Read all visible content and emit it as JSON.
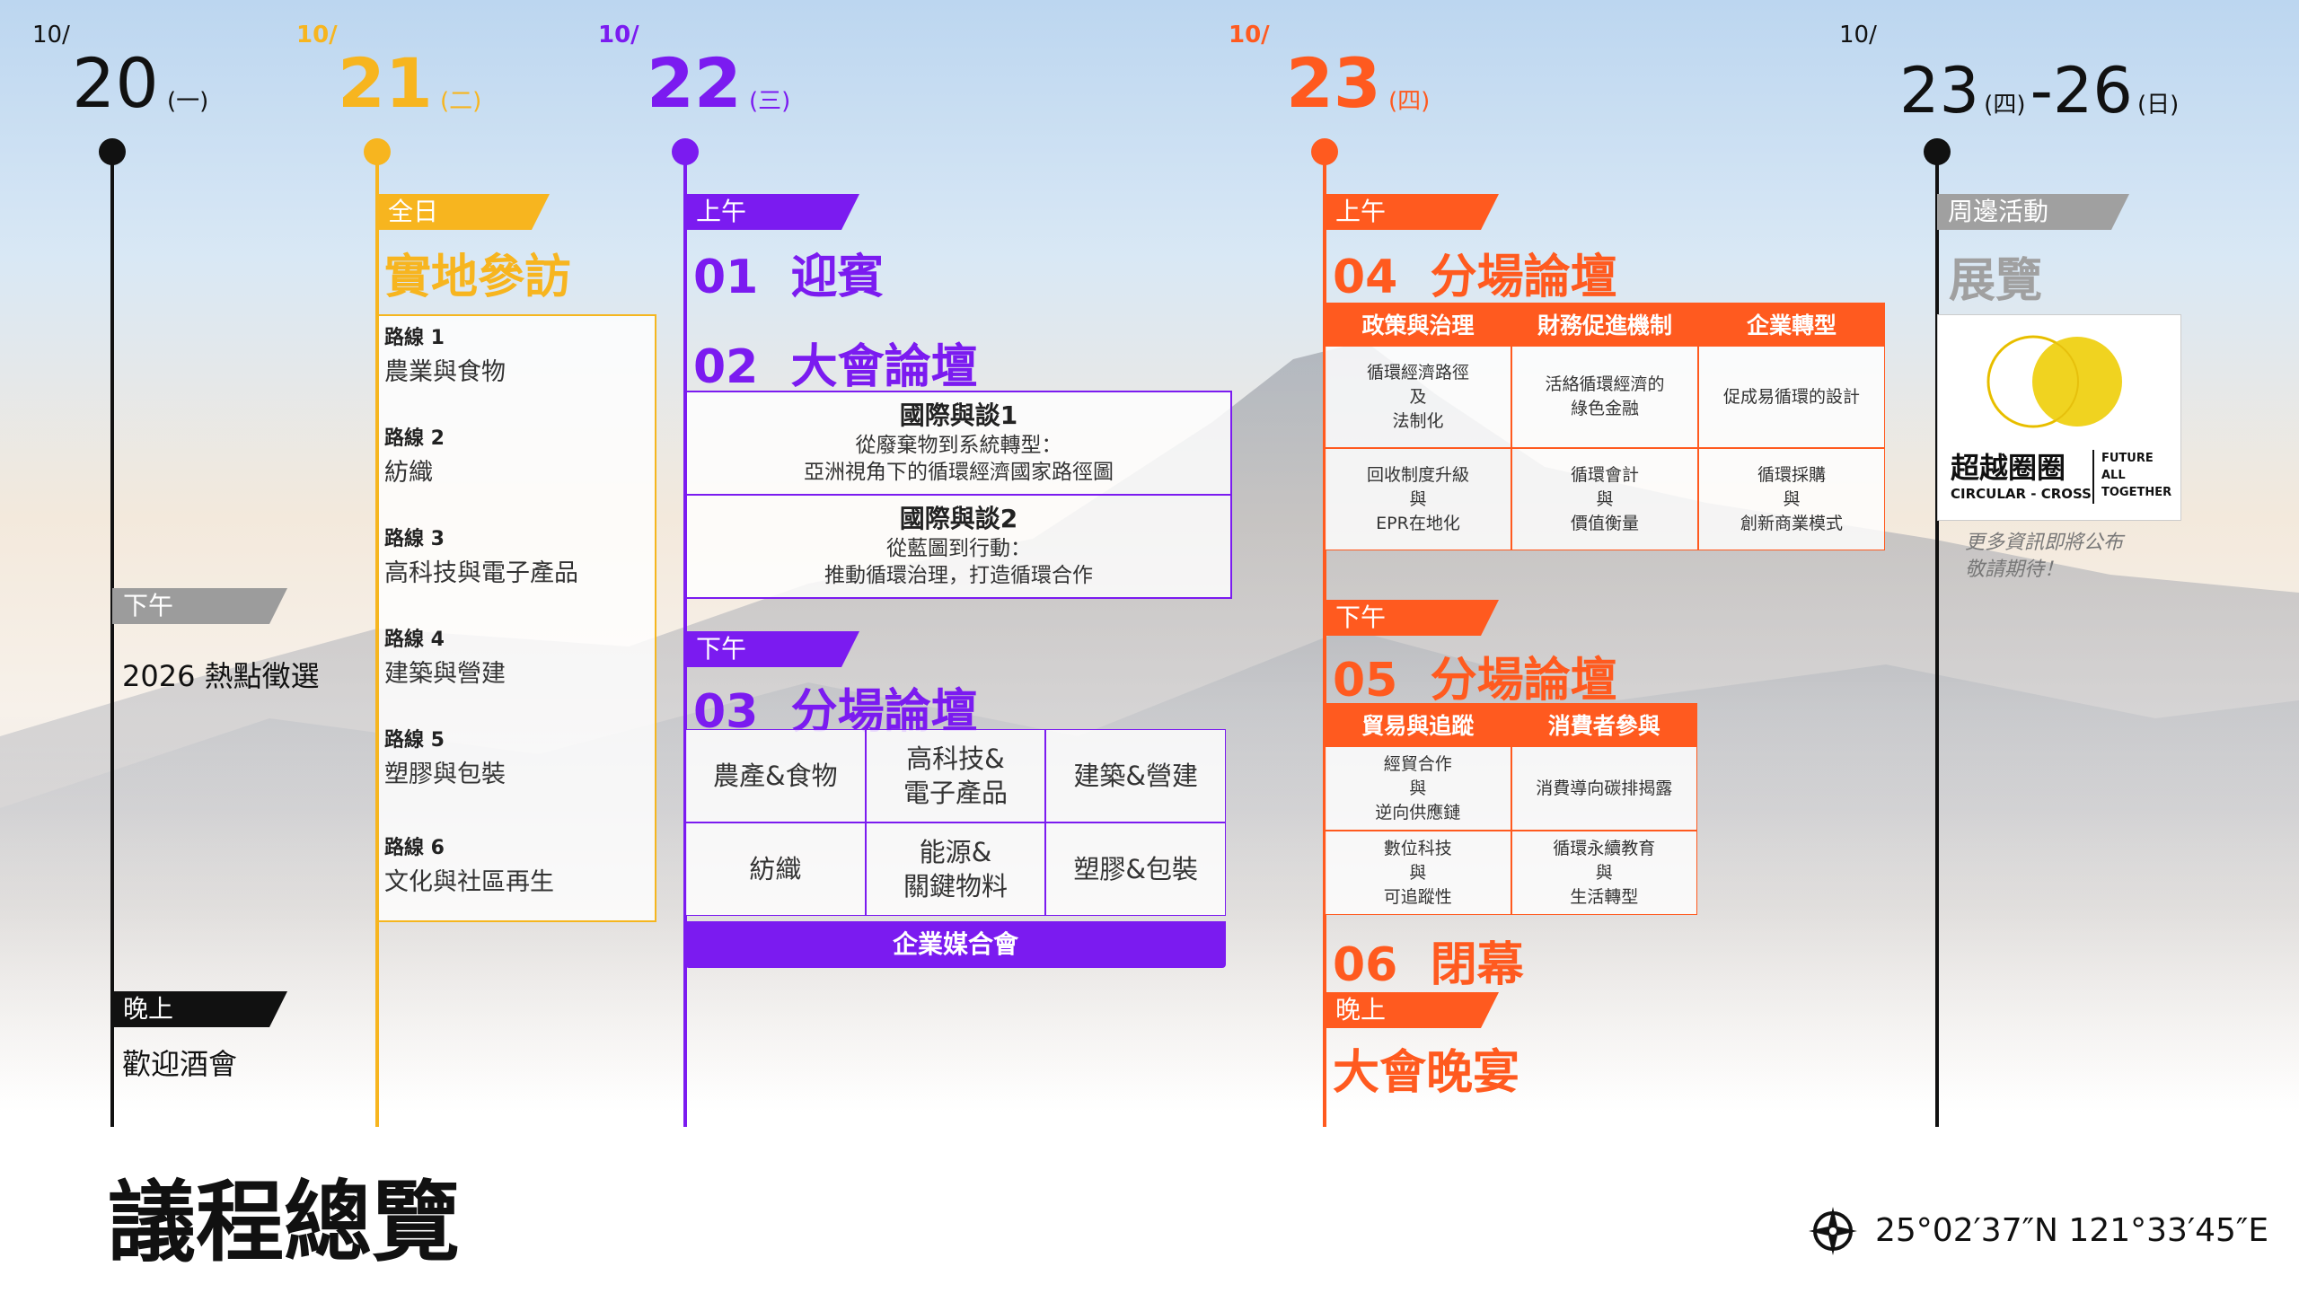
{
  "page_title": "議程總覽",
  "coordinates": "25°02′37″N 121°33′45″E",
  "colors": {
    "day20": "#111111",
    "day21": "#f7b51f",
    "day22": "#7b1bf0",
    "day23": "#ff5a1f",
    "exhibit": "#a0a0a0"
  },
  "d20": {
    "month": "10/",
    "day": "20",
    "weekday": "(一)",
    "afternoon": {
      "label": "下午",
      "title": "2026 熱點徵選"
    },
    "evening": {
      "label": "晚上",
      "title": "歡迎酒會"
    }
  },
  "d21": {
    "month": "10/",
    "day": "21",
    "weekday": "(二)",
    "label": "全日",
    "title": "實地參訪",
    "routes": [
      {
        "num": "路線 1",
        "name": "農業與食物"
      },
      {
        "num": "路線 2",
        "name": "紡織"
      },
      {
        "num": "路線 3",
        "name": "高科技與電子產品"
      },
      {
        "num": "路線 4",
        "name": "建築與營建"
      },
      {
        "num": "路線 5",
        "name": "塑膠與包裝"
      },
      {
        "num": "路線 6",
        "name": "文化與社區再生"
      }
    ]
  },
  "d22": {
    "month": "10/",
    "day": "22",
    "weekday": "(三)",
    "morning_label": "上午",
    "s01": {
      "num": "01",
      "title": "迎賓"
    },
    "s02": {
      "num": "02",
      "title": "大會論壇"
    },
    "talk1": {
      "title": "國際與談1",
      "sub1": "從廢棄物到系統轉型：",
      "sub2": "亞洲視角下的循環經濟國家路徑圖"
    },
    "talk2": {
      "title": "國際與談2",
      "sub1": "從藍圖到行動：",
      "sub2": "推動循環治理，打造循環合作"
    },
    "afternoon_label": "下午",
    "s03": {
      "num": "03",
      "title": "分場論壇"
    },
    "topics": [
      "農產&食物",
      "高科技&\n電子產品",
      "建築&營建",
      "紡織",
      "能源&\n關鍵物料",
      "塑膠&包裝"
    ],
    "matchmaking": "企業媒合會"
  },
  "d23": {
    "month": "10/",
    "day": "23",
    "weekday": "(四)",
    "morning_label": "上午",
    "s04": {
      "num": "04",
      "title": "分場論壇"
    },
    "s04_heads": [
      "政策與治理",
      "財務促進機制",
      "企業轉型"
    ],
    "s04_cells": [
      "循環經濟路徑\n及\n法制化",
      "活絡循環經濟的\n綠色金融",
      "促成易循環的設計",
      "回收制度升級\n與\nEPR在地化",
      "循環會計\n與\n價值衡量",
      "循環採購\n與\n創新商業模式"
    ],
    "afternoon_label": "下午",
    "s05": {
      "num": "05",
      "title": "分場論壇"
    },
    "s05_heads": [
      "貿易與追蹤",
      "消費者參與"
    ],
    "s05_cells": [
      "經貿合作\n與\n逆向供應鏈",
      "消費導向碳排揭露",
      "數位科技\n與\n可追蹤性",
      "循環永續教育\n與\n生活轉型"
    ],
    "s06": {
      "num": "06",
      "title": "閉幕"
    },
    "evening_label": "晚上",
    "dinner": "大會晚宴"
  },
  "d2326": {
    "month": "10/",
    "day_start": "23",
    "weekday_start": "(四)",
    "day_end": "-26",
    "weekday_end": "(日)",
    "label": "周邊活動",
    "title": "展覽",
    "logo": {
      "cn": "超越圈圈",
      "en": "CIRCULAR - CROSS",
      "slogan1": "FUTURE",
      "slogan2": "ALL",
      "slogan3": "TOGETHER"
    },
    "note1": "更多資訊即將公布",
    "note2": "敬請期待！"
  }
}
